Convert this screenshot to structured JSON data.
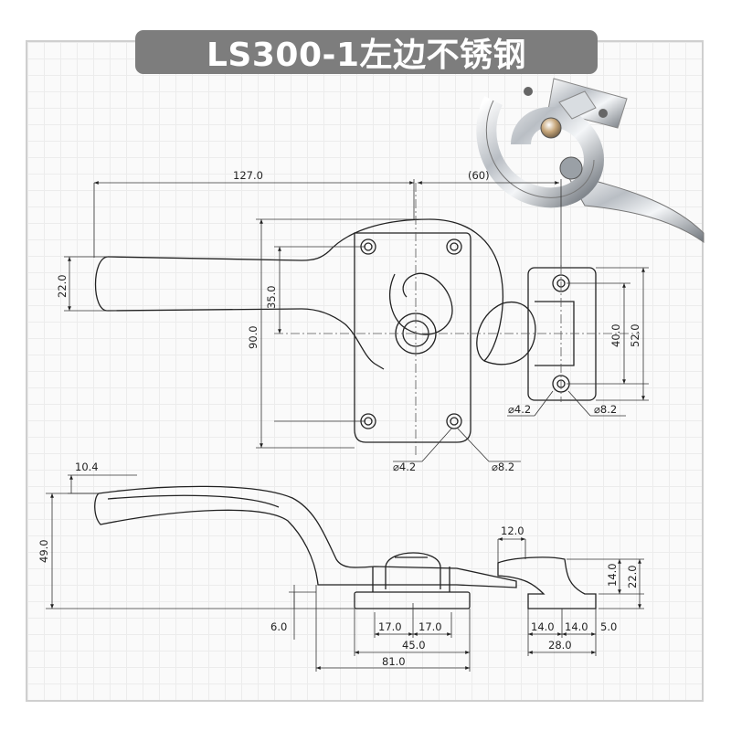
{
  "title": "LS300-1左边不锈钢",
  "dimensions": {
    "top_width": "127.0",
    "top_offset": "(60)",
    "handle_height": "22.0",
    "cam_height": "35.0",
    "plate_height": "90.0",
    "keeper_inner": "40.0",
    "keeper_outer": "52.0",
    "hole_small_keeper": "⌀4.2",
    "hole_large_keeper": "⌀8.2",
    "hole_small_plate": "⌀4.2",
    "hole_large_plate": "⌀8.2",
    "side_lip": "10.4",
    "side_height": "49.0",
    "base_thickness": "6.0",
    "keeper_width_top": "12.0",
    "keeper_h1": "14.0",
    "keeper_h2": "22.0",
    "seg_a": "17.0",
    "seg_b": "17.0",
    "base_width": "45.0",
    "overall_width": "81.0",
    "k_seg_a": "14.0",
    "k_seg_b": "14.0",
    "k_seg_c": "5.0",
    "k_total": "28.0"
  },
  "colors": {
    "title_bg": "#7d7d7d",
    "line": "#222222",
    "frame": "#cfcfcf"
  }
}
